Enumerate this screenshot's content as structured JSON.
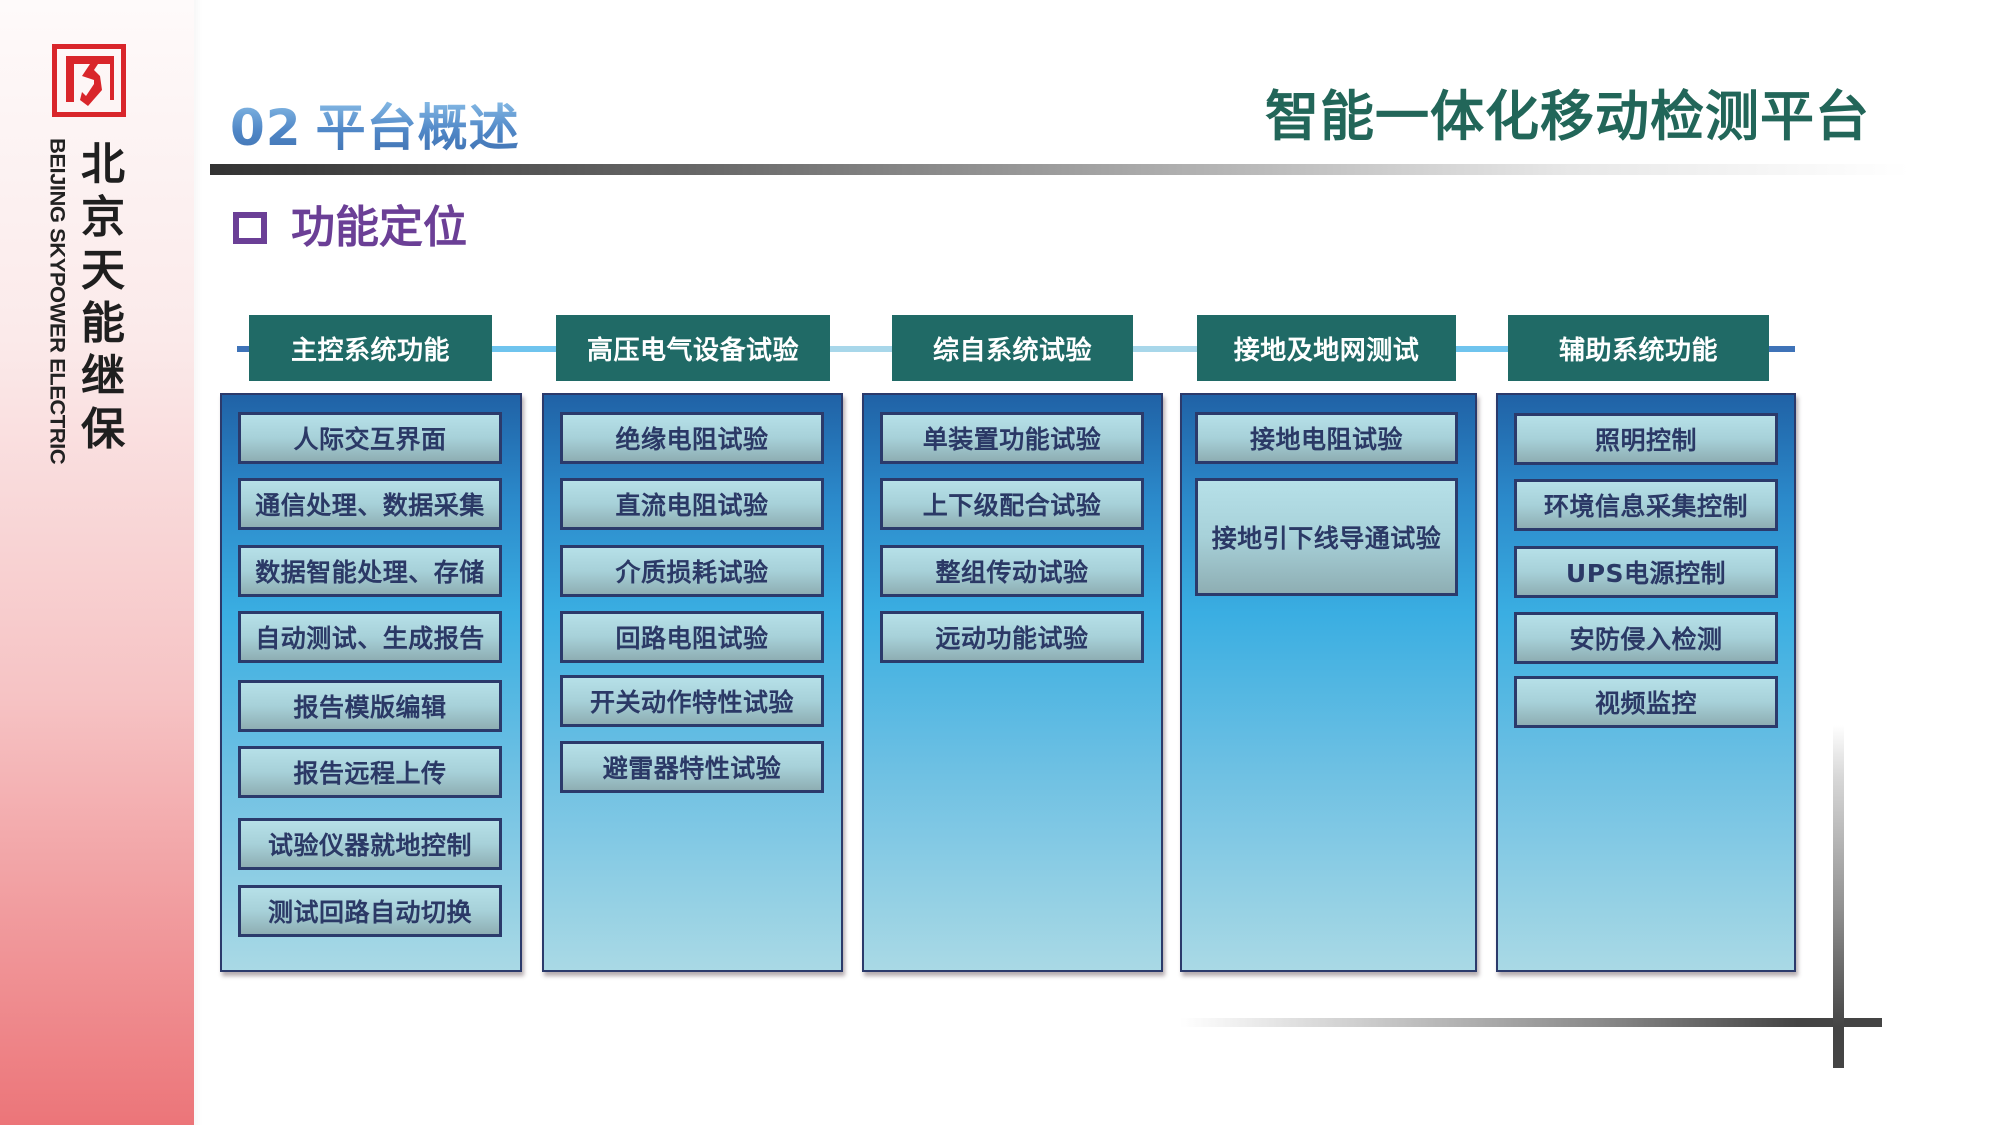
{
  "brand": {
    "logo_icon": "company-logo-icon",
    "logo_color": "#d9262b",
    "name_cn": [
      "北",
      "京",
      "天",
      "能",
      "继",
      "保"
    ],
    "name_en": "BEIJING SKYPOWER ELECTRIC"
  },
  "header": {
    "section_number": "02",
    "section_title": "平台概述",
    "platform_title": "智能一体化移动检测平台"
  },
  "sub_heading": {
    "bullet_icon": "hollow-square-bullet-icon",
    "text": "功能定位",
    "color": "#6b3f96"
  },
  "colors": {
    "column_header_bg": "#206a66",
    "item_text": "#2b3966",
    "platform_title": "#226659"
  },
  "columns": [
    {
      "title": "主控系统功能",
      "items": [
        "人际交互界面",
        "通信处理、数据采集",
        "数据智能处理、存储",
        "自动测试、生成报告",
        "报告模版编辑",
        "报告远程上传",
        "试验仪器就地控制",
        "测试回路自动切换"
      ]
    },
    {
      "title": "高压电气设备试验",
      "items": [
        "绝缘电阻试验",
        "直流电阻试验",
        "介质损耗试验",
        "回路电阻试验",
        "开关动作特性试验",
        "避雷器特性试验"
      ]
    },
    {
      "title": "综自系统试验",
      "items": [
        "单装置功能试验",
        "上下级配合试验",
        "整组传动试验",
        "远动功能试验"
      ]
    },
    {
      "title": "接地及地网测试",
      "items": [
        "接地电阻试验",
        "接地引下线导通试验"
      ]
    },
    {
      "title": "辅助系统功能",
      "items": [
        "照明控制",
        "环境信息采集控制",
        "UPS电源控制",
        "安防侵入检测",
        "视频监控"
      ]
    }
  ]
}
